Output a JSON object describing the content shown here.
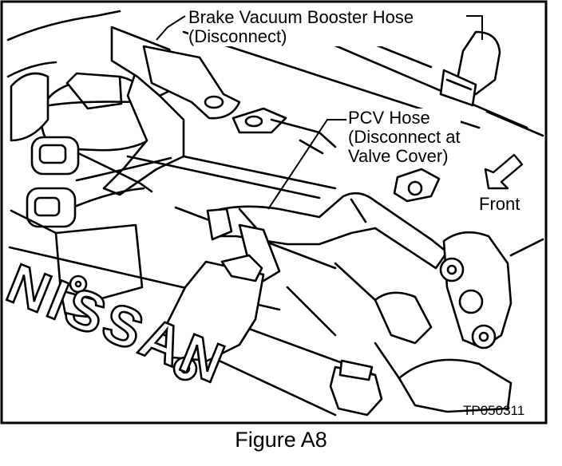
{
  "callouts": {
    "brake_hose": {
      "line1": "Brake Vacuum Booster Hose",
      "line2": "(Disconnect)"
    },
    "pcv_hose": {
      "line1": "PCV Hose",
      "line2": "(Disconnect at",
      "line3": "Valve Cover)"
    },
    "front": "Front"
  },
  "engine_badge": "NISSAN",
  "figure_code": "TP050311",
  "caption": "Figure A8",
  "colors": {
    "ink": "#000000",
    "paper": "#ffffff"
  }
}
